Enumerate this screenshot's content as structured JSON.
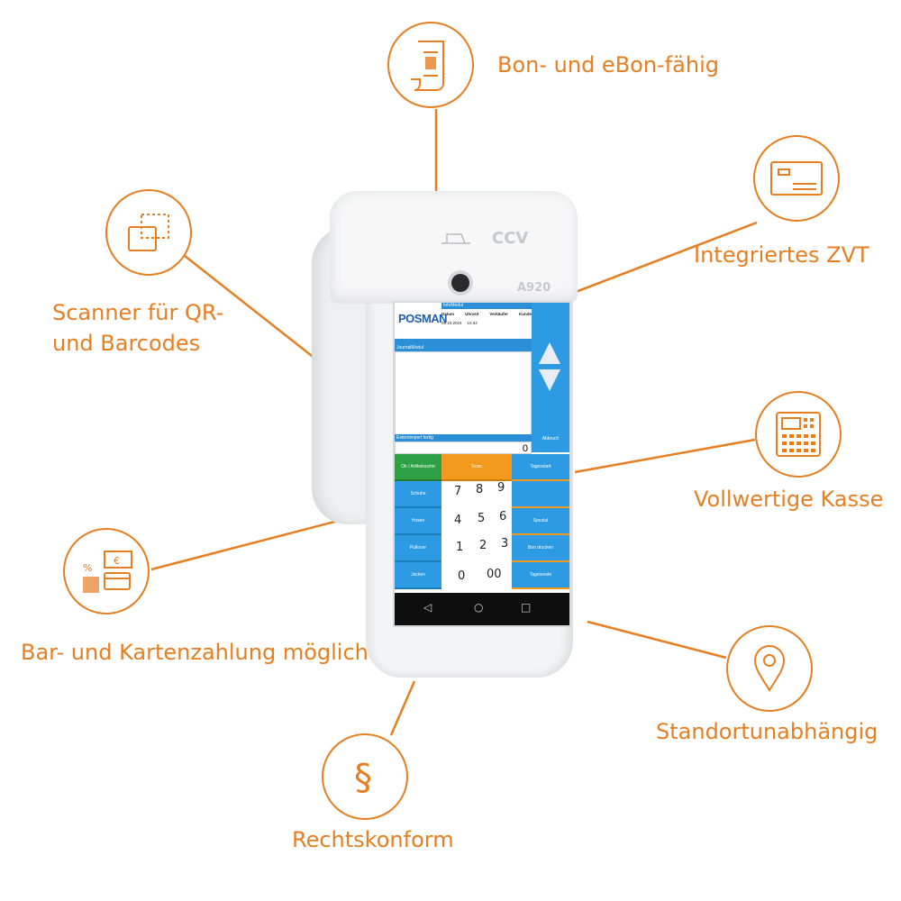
{
  "features": [
    {
      "id": "bon",
      "label": "Bon- und eBon-fähig",
      "icon": "receipt-qr-icon"
    },
    {
      "id": "zvt",
      "label": "Integriertes ZVT",
      "icon": "card-terminal-icon"
    },
    {
      "id": "scanner",
      "label_lines": [
        "Scanner für QR-",
        "und Barcodes"
      ],
      "icon": "scanner-icon"
    },
    {
      "id": "kasse",
      "label": "Vollwertige Kasse",
      "icon": "cash-register-icon"
    },
    {
      "id": "zahlung",
      "label": "Bar- und Kartenzahlung möglich",
      "icon": "cash-card-payment-icon"
    },
    {
      "id": "standort",
      "label": "Standortunabhängig",
      "icon": "location-pin-icon"
    },
    {
      "id": "recht",
      "label": "Rechtskonform",
      "icon": "paragraph-icon"
    }
  ],
  "device": {
    "brand": "CCV",
    "model": "A920",
    "screen": {
      "logo": "POSMAN",
      "info_title": "InfoModul",
      "info_cols": [
        "Datum",
        "Uhrzeit",
        "Verkäufer",
        "Kunde"
      ],
      "info_vals": [
        "09.10.2024",
        "10:34"
      ],
      "journal_title": "JournalModul",
      "status": "Externimport fertig",
      "display_value": "0",
      "abbruch": "Abbruch",
      "left_buttons": [
        "Ok / Artikelsuche",
        "Schuhe",
        "Hosen",
        "Pullover",
        "Jacken"
      ],
      "scan": "Scan",
      "right_buttons": [
        "Tagesstart",
        "",
        "Spezial",
        "Bon drucken",
        "Tagesende"
      ],
      "keys": [
        [
          "7",
          "8",
          "9"
        ],
        [
          "4",
          "5",
          "6"
        ],
        [
          "1",
          "2",
          "3"
        ],
        [
          "0",
          "00",
          ""
        ]
      ],
      "nav": [
        "◁",
        "○",
        "□"
      ]
    }
  },
  "colors": {
    "accent": "#e67e22",
    "screen_blue": "#2d9be3",
    "screen_green": "#2ea043",
    "screen_orange": "#f39a1e"
  }
}
